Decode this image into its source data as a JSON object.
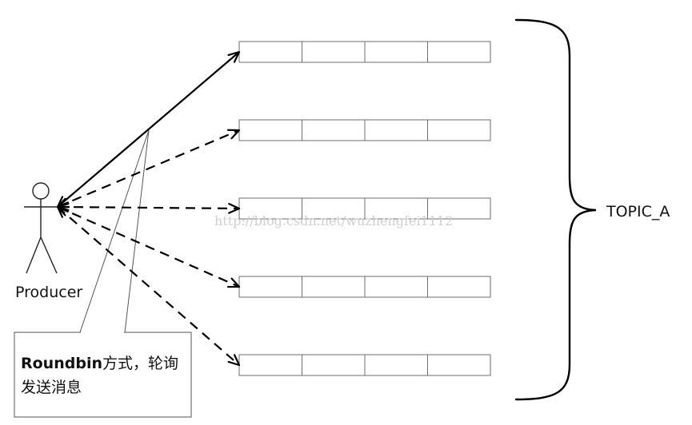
{
  "producer_label": "Producer",
  "topic_label": "TOPIC_A",
  "note": {
    "bold": "Roundbin",
    "rest": "方式，轮询发送消息"
  },
  "watermark": "http://blog.csdn.net/wuzhengfei1112",
  "queues": [
    {
      "cells": 4,
      "arrow": "solid"
    },
    {
      "cells": 4,
      "arrow": "dashed"
    },
    {
      "cells": 4,
      "arrow": "dashed"
    },
    {
      "cells": 4,
      "arrow": "dashed"
    },
    {
      "cells": 4,
      "arrow": "dashed"
    }
  ]
}
